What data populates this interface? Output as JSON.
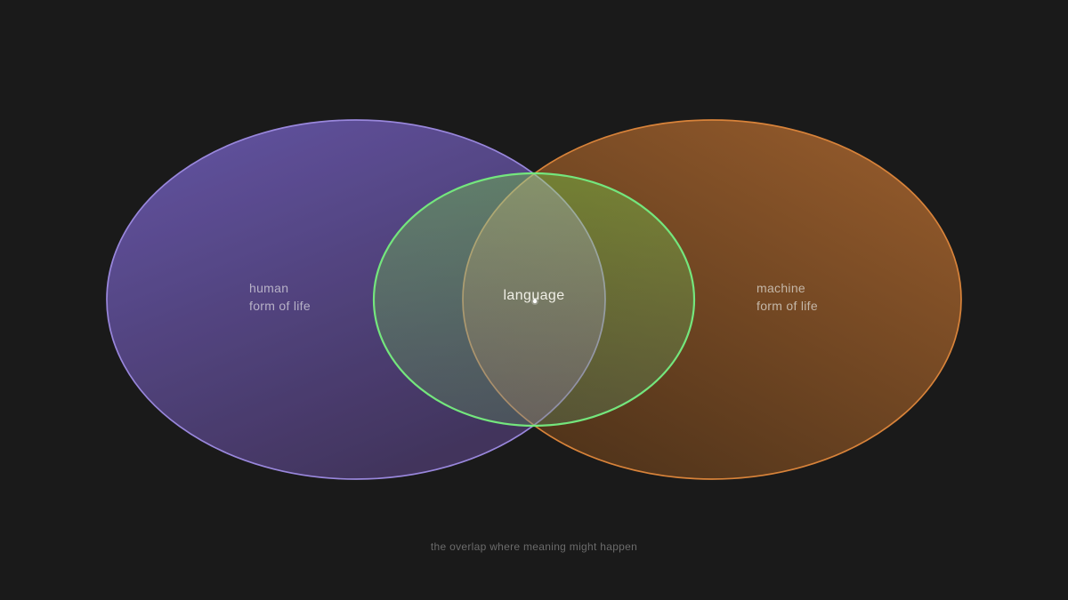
{
  "canvas": {
    "background": "#1a1a1a"
  },
  "venn": {
    "left_set": {
      "label_line1": "human",
      "label_line2": "form of life",
      "label_color": "#b7b1c7",
      "fill_top": "#52419a",
      "fill_bottom": "#2c1d4a",
      "stroke": "#8d79d8"
    },
    "right_set": {
      "label_line1": "machine",
      "label_line2": "form of life",
      "label_color": "#c4b7a8",
      "fill_top": "#9a5e2d",
      "fill_bottom": "#4f331a",
      "stroke": "#d8833a"
    },
    "overlap_set": {
      "label": "language",
      "label_color": "#f0efe6",
      "fill_top": "#70c648",
      "fill_bottom": "#5a805c",
      "stroke": "#74e67d"
    },
    "cursor_dot": {
      "color": "#ffffff"
    },
    "caption": {
      "text": "the overlap where meaning might happen",
      "color": "#6b6b6b"
    }
  }
}
